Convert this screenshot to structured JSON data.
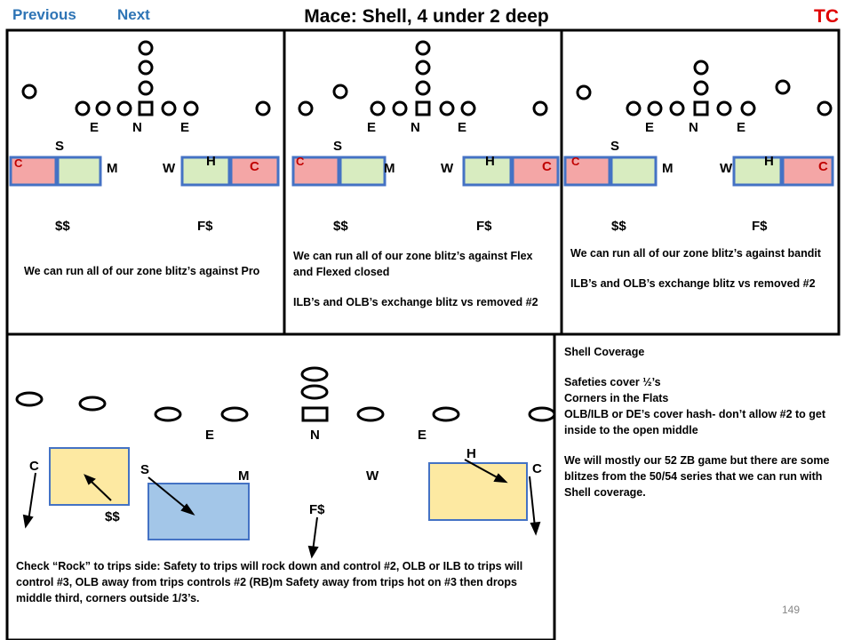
{
  "nav": {
    "previous": "Previous",
    "next": "Next"
  },
  "title": "Mace: Shell, 4 under 2 deep",
  "corner_tag": "TC",
  "panels": [
    {
      "line": [
        "E",
        "N",
        "E"
      ],
      "defenders": {
        "s": "S",
        "m": "M",
        "w": "W",
        "h": "H",
        "c_left": "C",
        "c_right": "C",
        "ss": "$$",
        "fs": "F$"
      },
      "notes": [
        "We can run all of our zone blitz’s against Pro"
      ]
    },
    {
      "line": [
        "E",
        "N",
        "E"
      ],
      "defenders": {
        "s": "S",
        "m": "M",
        "w": "W",
        "h": "H",
        "c_left": "C",
        "c_right": "C",
        "ss": "$$",
        "fs": "F$"
      },
      "notes": [
        "We can run all of our zone blitz’s against Flex and Flexed closed",
        "ILB’s and OLB’s exchange blitz vs removed #2"
      ]
    },
    {
      "line": [
        "E",
        "N",
        "E"
      ],
      "defenders": {
        "s": "S",
        "m": "M",
        "w": "W",
        "h": "H",
        "c_left": "C",
        "c_right": "C",
        "ss": "$$",
        "fs": "F$"
      },
      "notes": [
        "We can run all of our zone blitz’s against bandit",
        "ILB’s and OLB’s exchange blitz vs removed #2"
      ]
    }
  ],
  "bottom": {
    "line": [
      "E",
      "N",
      "E"
    ],
    "defenders": {
      "c_left": "C",
      "s": "S",
      "m": "M",
      "w": "W",
      "h": "H",
      "c_right": "C",
      "ss": "$$",
      "fs": "F$"
    },
    "note": "Check “Rock” to trips side:     Safety to trips will rock down and control #2, OLB or ILB to trips will control #3, OLB away from trips controls #2 (RB)m Safety away from trips hot on #3 then drops middle third, corners outside 1/3’s."
  },
  "shell_coverage": {
    "heading": "Shell Coverage",
    "lines": [
      "Safeties cover ½’s",
      "Corners in the Flats",
      "OLB/ILB or DE’s cover hash- don’t allow #2 to get inside to the open middle",
      "We will mostly our 52 ZB game but there are some blitzes from the 50/54 series that we can run with Shell coverage."
    ]
  },
  "page_number": "149",
  "colors": {
    "zone_red": "#f4a6a6",
    "zone_green": "#d8ecc0",
    "zone_border": "#4472c4",
    "zone_yellow": "#fde9a2",
    "zone_blue": "#a3c6e8",
    "nav": "#2e74b5",
    "tag": "#e00000"
  }
}
